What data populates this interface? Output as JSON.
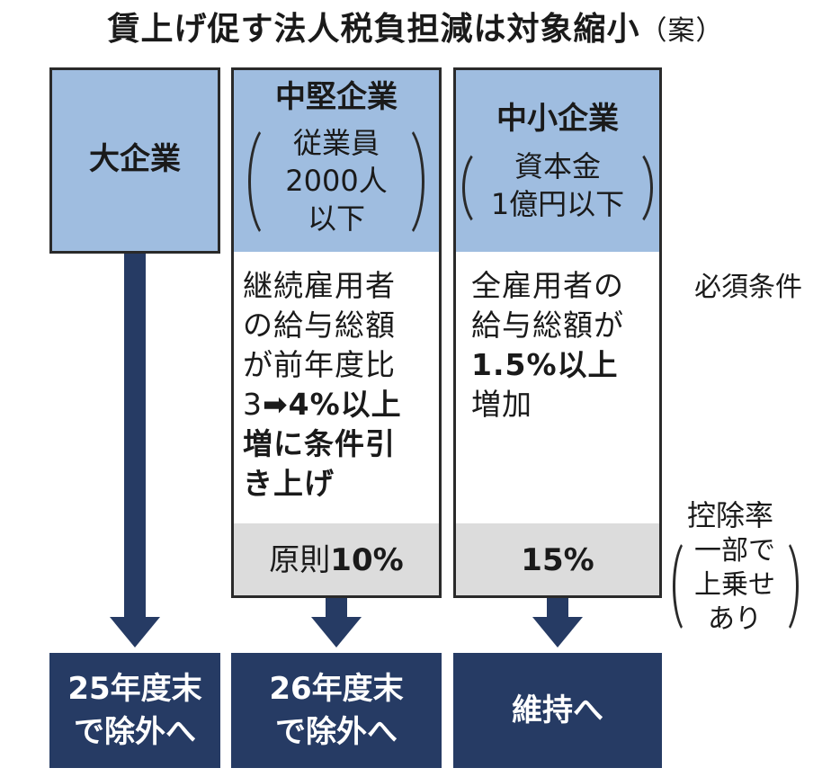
{
  "title": "賃上げ促す法人税負担減は対象縮小",
  "title_suffix": "（案）",
  "large": {
    "label": "大企業",
    "result_l1": "25年度末",
    "result_l2": "で除外へ"
  },
  "mid": {
    "label": "中堅企業",
    "cond_l1": "従業員",
    "cond_l2": "2000人",
    "cond_l3": "以下",
    "req_l1": "継続雇用者",
    "req_l2": "の給与総額",
    "req_l3": "が前年度比",
    "req_l4_a": "3",
    "req_l4_arrow": "➡",
    "req_l4_b": "4%以上",
    "req_l5": "増に条件引",
    "req_l6": "き上げ",
    "rate_a": "原則",
    "rate_b": "10%",
    "result_l1": "26年度末",
    "result_l2": "で除外へ"
  },
  "small": {
    "label": "中小企業",
    "cond_l1": "資本金",
    "cond_l2": "1億円以下",
    "req_l1": "全雇用者の",
    "req_l2": "給与総額が",
    "req_l3": "1.5%以上",
    "req_l4": "増加",
    "rate": "15%",
    "result": "維持へ"
  },
  "side": {
    "requirement": "必須条件",
    "deduction": "控除率",
    "note_l1": "一部で",
    "note_l2": "上乗せ",
    "note_l3": "あり"
  },
  "colors": {
    "header_blue": "#9fbde0",
    "navy": "#263b64",
    "rate_grey": "#dcdcdc"
  }
}
